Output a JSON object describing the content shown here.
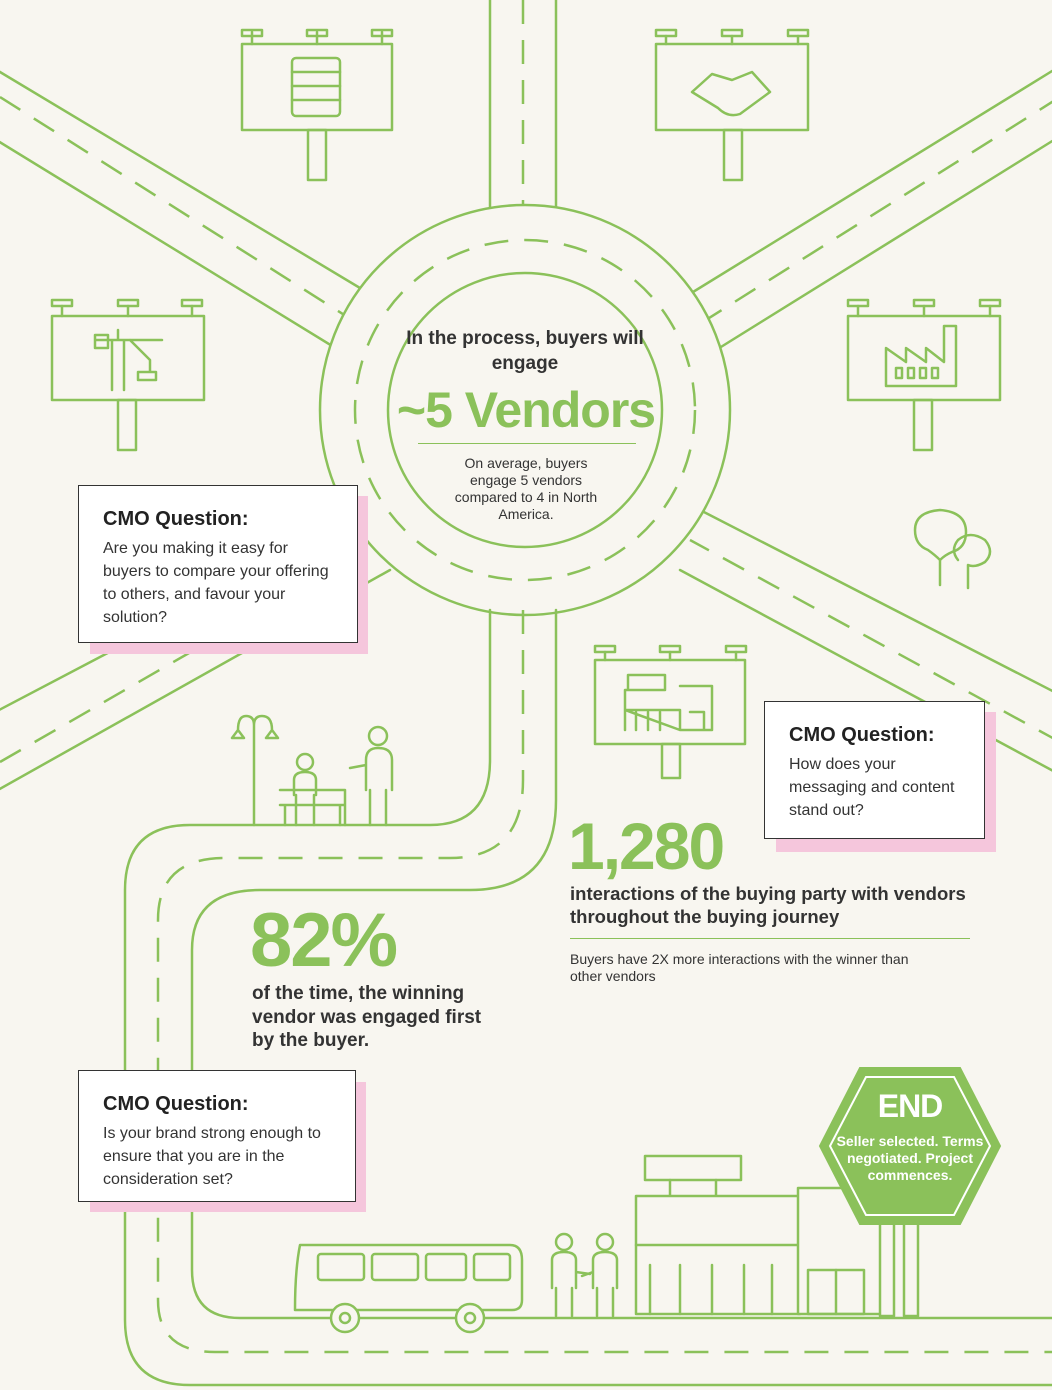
{
  "center": {
    "title": "In the process, buyers will engage",
    "highlight": "~5 Vendors",
    "note": "On average, buyers engage 5 vendors compared to 4 in North America."
  },
  "questions": [
    {
      "title": "CMO Question:",
      "text": "Are you making it easy for buyers to compare your offering to others, and favour your solution?"
    },
    {
      "title": "CMO Question:",
      "text": "How does your messaging and content stand out?"
    },
    {
      "title": "CMO Question:",
      "text": "Is your brand strong enough to ensure that you are in the consideration set?"
    }
  ],
  "stats": {
    "interactions": {
      "value": "1,280",
      "text": "interactions of the buying party with vendors throughout the buying journey",
      "note": "Buyers have 2X more interactions with the winner than other vendors"
    },
    "first_engaged": {
      "value": "82%",
      "text": "of the time, the winning vendor was engaged first by the buyer."
    }
  },
  "end_sign": {
    "title": "END",
    "text": "Seller selected. Terms negotiated. Project commences."
  },
  "colors": {
    "accent": "#8bc15a",
    "shadow": "#f5c6dc",
    "background": "#f8f6f0",
    "text": "#222222"
  },
  "icons": [
    "server-icon",
    "handshake-icon",
    "crane-icon",
    "factory-icon",
    "tree-icon",
    "storefront-icon",
    "street-lamp-icon",
    "bench-people-icon",
    "bus-icon",
    "people-handshake-icon",
    "building-icon"
  ]
}
